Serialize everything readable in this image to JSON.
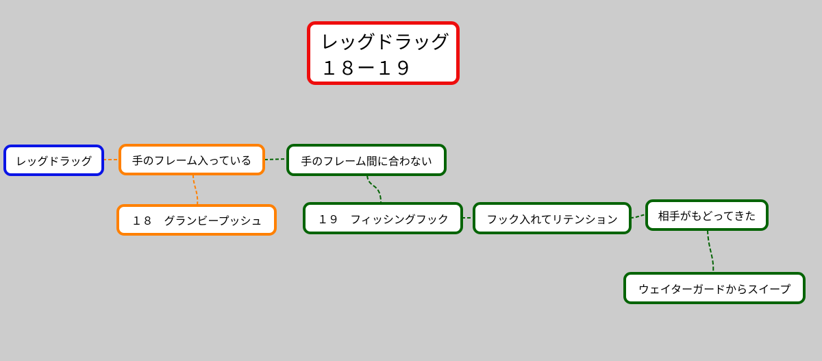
{
  "colors": {
    "background": "#cccccc",
    "root_title_border": "#ee0d0d",
    "root_border": "#0a14e6",
    "orange_branch": "#ff8000",
    "green_branch": "#056405"
  },
  "mindmap": {
    "title": {
      "line1": "レッグドラッグ",
      "line2": "１８ー１９"
    },
    "root": "レッグドラッグ",
    "nodes": {
      "hand_frame_in": "手のフレーム入っている",
      "granby_push": "１８　グランビープッシュ",
      "hand_frame_late": "手のフレーム間に合わない",
      "fishing_hook": "１９　フィッシングフック",
      "hook_retention": "フック入れてリテンション",
      "opponent_returned": "相手がもどってきた",
      "waiter_guard_sweep": "ウェイターガードからスイープ"
    }
  }
}
